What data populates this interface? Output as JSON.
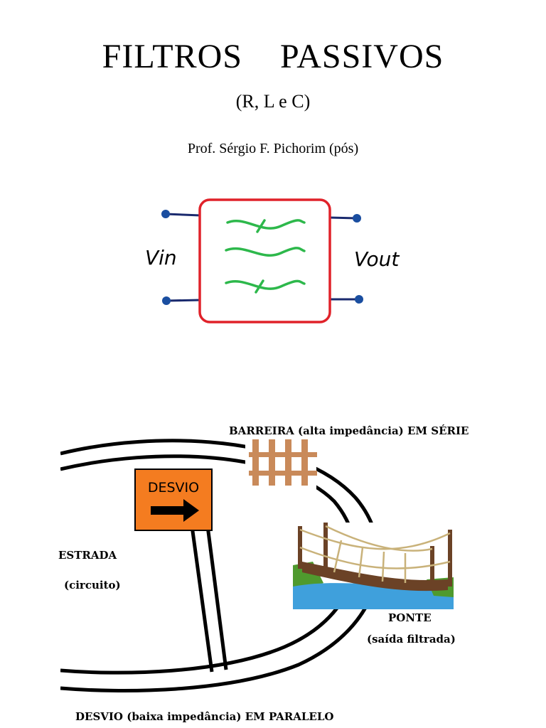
{
  "document": {
    "title": "FILTROS PASSIVOS",
    "subtitle": "(R, L e C)",
    "author": "Prof. Sérgio F. Pichorim (pós)"
  },
  "filter_diagram": {
    "input_label": "Vin",
    "output_label": "Vout",
    "colors": {
      "box": "#e0222a",
      "waves": "#2db84b",
      "wires": "#1a2a6e"
    }
  },
  "analogy_figure": {
    "barrier_label": "BARREIRA (alta impedância) EM SÉRIE",
    "road_label": "ESTRADA",
    "road_sublabel": "(circuito)",
    "detour_sign_text": "DESVIO",
    "bridge_label": "PONTE",
    "bridge_sublabel": "(saída filtrada)",
    "detour_label": "DESVIO (baixa impedância) EM PARALELO",
    "colors": {
      "sign": "#f47c20",
      "fence": "#c98a5a",
      "water": "#3fa0dc",
      "grass": "#4f9a2e"
    }
  }
}
